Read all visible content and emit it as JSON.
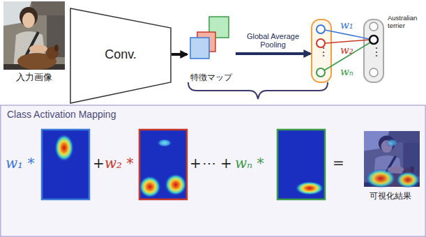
{
  "diagram": {
    "nodes": [
      {
        "text": [
          "入力画像"
        ]
      },
      {
        "text": [
          "Conv."
        ]
      },
      {
        "text": [
          "特徴マップ"
        ]
      },
      {
        "text": [
          "Australian terrier"
        ]
      },
      {
        "text": [
          "Class Activation Mapping"
        ]
      },
      {
        "text": [
          "可視化結果"
        ],
        "in": 4
      }
    ],
    "edges": [
      {
        "from": 1,
        "to": 2,
        "arrow": "to"
      },
      {
        "from": 2,
        "to": 3,
        "arrow": "to",
        "label": "Global Average Pooling"
      }
    ],
    "labels": [
      "w₁",
      "w₂",
      "wₙ",
      "⋮",
      "⋮",
      "w₁ *",
      "+",
      "w₂ *",
      "+",
      "⋯",
      "+",
      "wₙ *",
      "="
    ]
  }
}
